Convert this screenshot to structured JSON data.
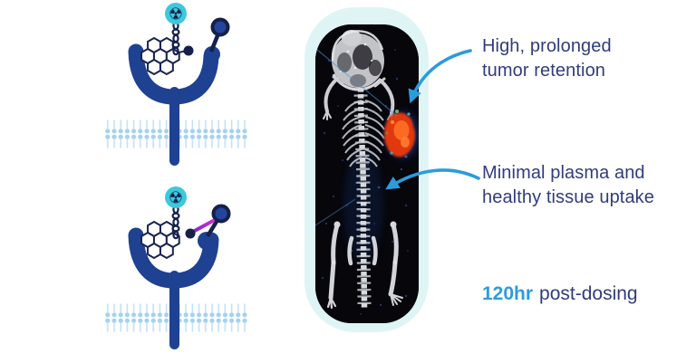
{
  "diagram": {
    "annotations": {
      "tumor": {
        "line1": "High, prolonged",
        "line2": "tumor retention"
      },
      "plasma": {
        "line1": "Minimal plasma and",
        "line2": "healthy tissue uptake"
      }
    },
    "caption": {
      "highlight": "120hr",
      "rest": "post-dosing"
    }
  },
  "icons": {
    "radiation_glyph": "☢"
  },
  "colors": {
    "receptor_blue": "#1f4191",
    "navy_outline": "#15204b",
    "isotope_cyan": "#3cc9de",
    "membrane_blue": "#a5d2ee",
    "bond_magenta": "#d02ad8",
    "arrow_blue": "#2b9cdc",
    "text_navy": "#313c7d",
    "highlight_blue": "#2e9bdb",
    "panel_mint": "#dff4f5",
    "scan_background": "#06060b",
    "tumor_red": "#e23711"
  }
}
